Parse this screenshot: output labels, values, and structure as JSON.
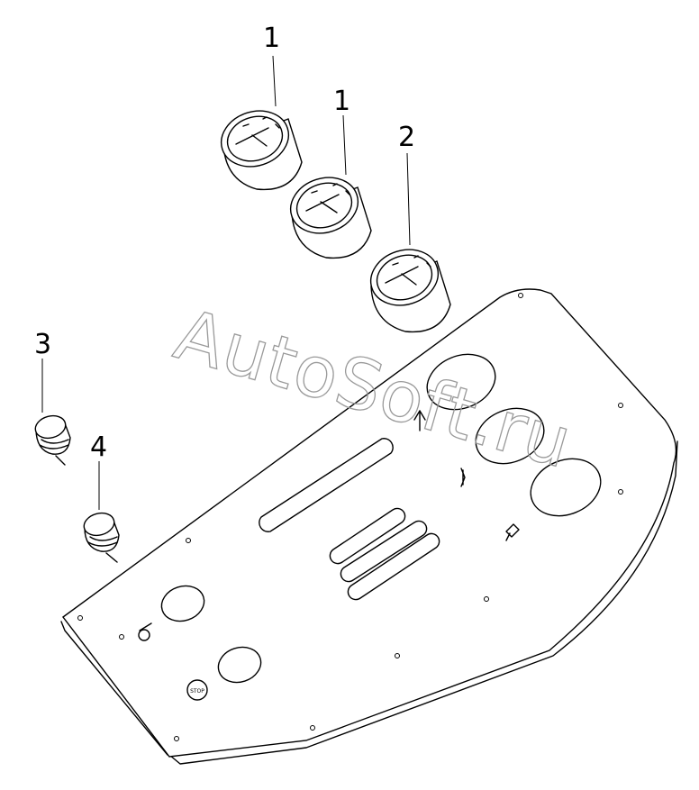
{
  "callouts": {
    "c1a": "1",
    "c1b": "1",
    "c2": "2",
    "c3": "3",
    "c4": "4"
  },
  "watermark": "AutoSoft.ru",
  "stop_label": "STOP",
  "colors": {
    "line": "#000000",
    "watermark": "#9a9a9a",
    "background": "#ffffff"
  }
}
